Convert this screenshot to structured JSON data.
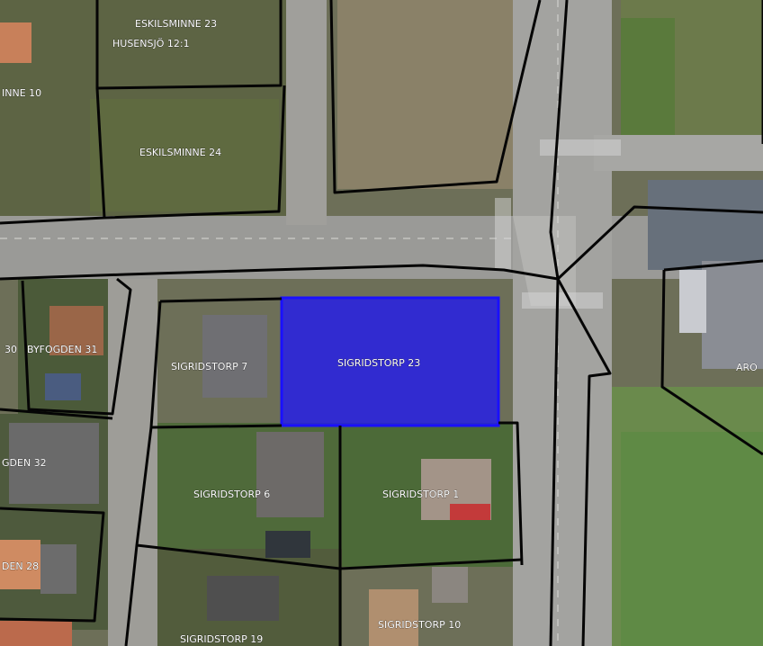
{
  "map": {
    "parcels": [
      {
        "id": "eskilsminne-23",
        "label": "ESKILSMINNE 23"
      },
      {
        "id": "husensjo-12-1",
        "label": "HUSENSJÖ 12:1"
      },
      {
        "id": "eskilsminne-10",
        "label": "INNE 10"
      },
      {
        "id": "eskilsminne-24",
        "label": "ESKILSMINNE 24"
      },
      {
        "id": "byfogden-30",
        "label": "30"
      },
      {
        "id": "byfogden-31",
        "label": "BYFOGDEN 31"
      },
      {
        "id": "sigridstorp-7",
        "label": "SIGRIDSTORP 7"
      },
      {
        "id": "sigridstorp-23",
        "label": "SIGRIDSTORP 23"
      },
      {
        "id": "aro",
        "label": "ARO"
      },
      {
        "id": "byfogden-32",
        "label": "GDEN 32"
      },
      {
        "id": "sigridstorp-6",
        "label": "SIGRIDSTORP 6"
      },
      {
        "id": "sigridstorp-1",
        "label": "SIGRIDSTORP 1"
      },
      {
        "id": "byfogden-28",
        "label": "DEN 28"
      },
      {
        "id": "sigridstorp-19",
        "label": "SIGRIDSTORP 19"
      },
      {
        "id": "sigridstorp-10",
        "label": "SIGRIDSTORP 10"
      }
    ],
    "highlight_color": "#1a10ff",
    "boundary_color": "#050505",
    "label_color": "#ffffff"
  }
}
